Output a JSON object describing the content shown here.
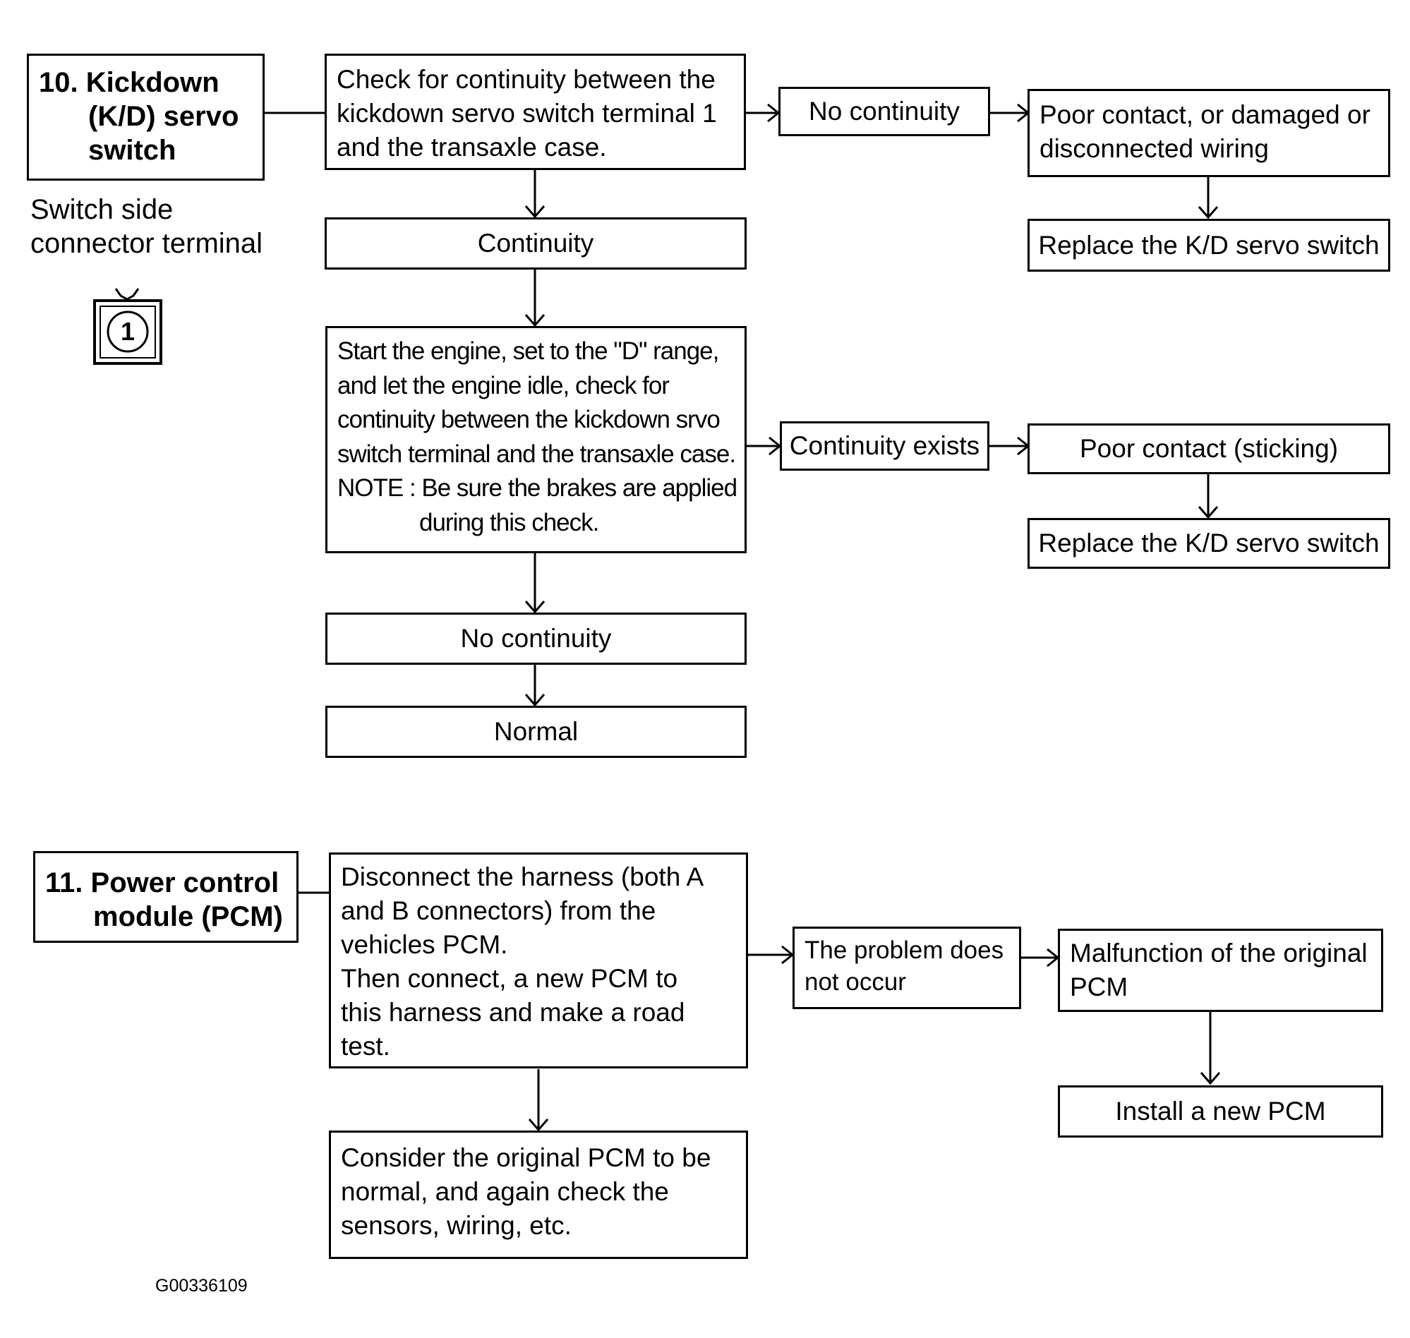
{
  "section10": {
    "title_line1": "10. Kickdown",
    "title_line2": "(K/D) servo",
    "title_line3": "switch",
    "connector_label_line1": "Switch side",
    "connector_label_line2": "connector terminal",
    "connector_terminal": "1",
    "check1": {
      "line1": "Check for continuity between the",
      "line2": "kickdown servo switch terminal 1",
      "line3": "and the transaxle case."
    },
    "no_continuity_1": "No continuity",
    "poor_contact_1": {
      "line1": "Poor contact, or damaged or",
      "line2": "disconnected wiring"
    },
    "replace_1": "Replace the K/D servo switch",
    "continuity": "Continuity",
    "check2": {
      "line1": "Start the engine, set to the \"D\" range,",
      "line2": "and let the engine idle, check for",
      "line3": "continuity between the kickdown srvo",
      "line4": "switch terminal and the transaxle case.",
      "line5": "NOTE : Be sure the brakes are applied",
      "line6": "during this check."
    },
    "continuity_exists": "Continuity exists",
    "poor_contact_2": "Poor contact (sticking)",
    "replace_2": "Replace the K/D servo switch",
    "no_continuity_2": "No continuity",
    "normal": "Normal"
  },
  "section11": {
    "title_line1": "11. Power control",
    "title_line2": "module (PCM)",
    "check": {
      "line1": "Disconnect the harness (both A",
      "line2": "and B connectors) from the",
      "line3": "vehicles PCM.",
      "line4": "Then connect, a new PCM to",
      "line5": "this harness and make a road",
      "line6": "test."
    },
    "problem_not_occur": {
      "line1": "The problem does",
      "line2": "not occur"
    },
    "malfunction": {
      "line1": "Malfunction of the original",
      "line2": "PCM"
    },
    "install": "Install a new PCM",
    "consider": {
      "line1": "Consider the original PCM to be",
      "line2": "normal, and again check the",
      "line3": "sensors, wiring, etc."
    }
  },
  "figure_code": "G00336109"
}
